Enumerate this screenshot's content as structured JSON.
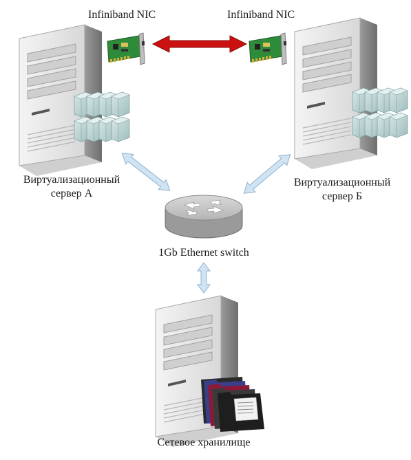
{
  "nodes": {
    "nic_a": {
      "label": "Infiniband NIC"
    },
    "nic_b": {
      "label": "Infiniband NIC"
    },
    "server_a": {
      "label_line1": "Виртуализационный",
      "label_line2": "сервер А"
    },
    "server_b": {
      "label_line1": "Виртуализационный",
      "label_line2": "сервер Б"
    },
    "switch": {
      "label": "1Gb Ethernet switch"
    },
    "storage": {
      "label": "Сетевое хранилище"
    }
  },
  "colors": {
    "infiniband_link": "#cc1111",
    "ethernet_link": "#cfe3f3",
    "ethernet_link_stroke": "#8fb1cc",
    "server_body": "#e8e8e8",
    "vm_cubes": "#b8d0d0",
    "nic_board": "#2e8b3a"
  },
  "icons": {
    "server": "tower-server-icon",
    "vm": "vm-stack-icon",
    "nic": "network-card-icon",
    "switch": "router-switch-icon",
    "storage": "folders-icon"
  }
}
